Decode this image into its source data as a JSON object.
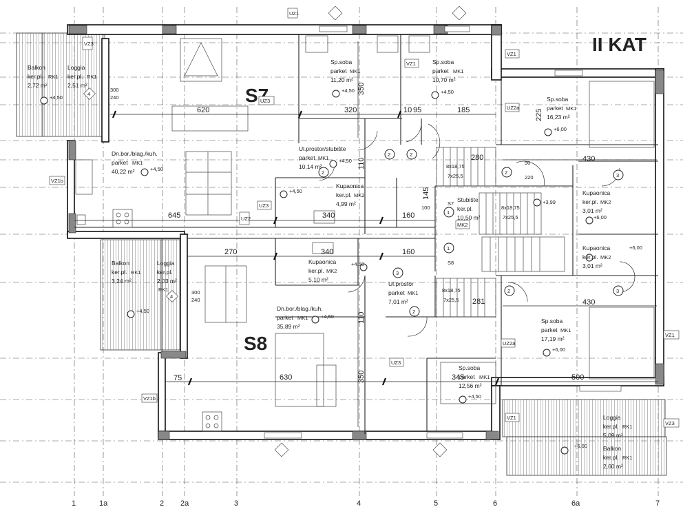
{
  "floor_title": "II KAT",
  "units": [
    {
      "id": "S7",
      "label": "S7"
    },
    {
      "id": "S8",
      "label": "S8"
    }
  ],
  "grid_axes": [
    "1",
    "1a",
    "2",
    "2a",
    "3",
    "4",
    "5",
    "6",
    "6a",
    "7"
  ],
  "rooms": [
    {
      "name": "Balkon",
      "finish": "ker.pl.",
      "tag": "RK1",
      "area": "2,72 m²"
    },
    {
      "name": "Loggia",
      "finish": "ker.pl.",
      "tag": "RK1",
      "area": "2,51 m²"
    },
    {
      "name": "Dn.bor./blag./kuh.",
      "finish": "parket",
      "tag": "MK1",
      "area": "40,22 m²"
    },
    {
      "name": "Sp.soba",
      "finish": "parket",
      "tag": "MK1",
      "area": "11,20 m²"
    },
    {
      "name": "Sp.soba",
      "finish": "parket",
      "tag": "MK1",
      "area": "10,70 m²"
    },
    {
      "name": "Sp.soba",
      "finish": "parket",
      "tag": "MK1",
      "area": "16,23 m²"
    },
    {
      "name": "Ul.prostor/stubište",
      "finish": "parket",
      "tag": "MK1",
      "area": "10,14 m²"
    },
    {
      "name": "Kupaonica",
      "finish": "ker.pl.",
      "tag": "MK2",
      "area": "4,99 m²"
    },
    {
      "name": "Stubište",
      "finish": "ker.pl.",
      "tag": "",
      "area": "10,50 m²"
    },
    {
      "name": "Kupaonica",
      "finish": "ker.pl.",
      "tag": "MK2",
      "area": "3,01 m²"
    },
    {
      "name": "Kupaonica",
      "finish": "ker.pl.",
      "tag": "MK2",
      "area": "3,01 m²"
    },
    {
      "name": "Balkon",
      "finish": "ker.pl.",
      "tag": "RK1",
      "area": "3,24 m²"
    },
    {
      "name": "Loggia",
      "finish": "ker.pl.",
      "tag": "RK1",
      "area": "2,03 m²"
    },
    {
      "name": "Kupaonica",
      "finish": "ker.pl.",
      "tag": "MK2",
      "area": "5,10 m²"
    },
    {
      "name": "Ul.prostor",
      "finish": "parket",
      "tag": "MK1",
      "area": "7,01 m²"
    },
    {
      "name": "Dn.bor./blag./kuh.",
      "finish": "parket",
      "tag": "MK1",
      "area": "35,89 m²"
    },
    {
      "name": "Sp.soba",
      "finish": "parket",
      "tag": "MK1",
      "area": "17,19 m²"
    },
    {
      "name": "Sp.soba",
      "finish": "parket",
      "tag": "MK1",
      "area": "12,56 m²"
    },
    {
      "name": "Loggia",
      "finish": "ker.pl.",
      "tag": "RK1",
      "area": "5,09 m²"
    },
    {
      "name": "Balkon",
      "finish": "ker.pl.",
      "tag": "RK1",
      "area": "2,60 m²"
    }
  ],
  "dimensions": [
    "620",
    "320",
    "10",
    "95",
    "185",
    "645",
    "340",
    "160",
    "270",
    "340",
    "160",
    "630",
    "345",
    "500",
    "430",
    "430",
    "280",
    "281",
    "300",
    "240",
    "300",
    "240",
    "75",
    "350",
    "350",
    "225",
    "110",
    "110",
    "145",
    "90",
    "220",
    "100"
  ],
  "stairs": [
    "8x18,75",
    "7x25,5",
    "8x18,75",
    "7x25,5",
    "8x18,75",
    "7x25,5"
  ],
  "levels": [
    "+4,50",
    "+6,00",
    "+3,99"
  ],
  "tags": [
    "UZ1",
    "UZ2",
    "UZ3",
    "UZ2a",
    "VZ1",
    "VZ1b",
    "VZ3",
    "MK2",
    "S8",
    "S7"
  ],
  "opening_marks": [
    "1",
    "2",
    "3",
    "4"
  ]
}
